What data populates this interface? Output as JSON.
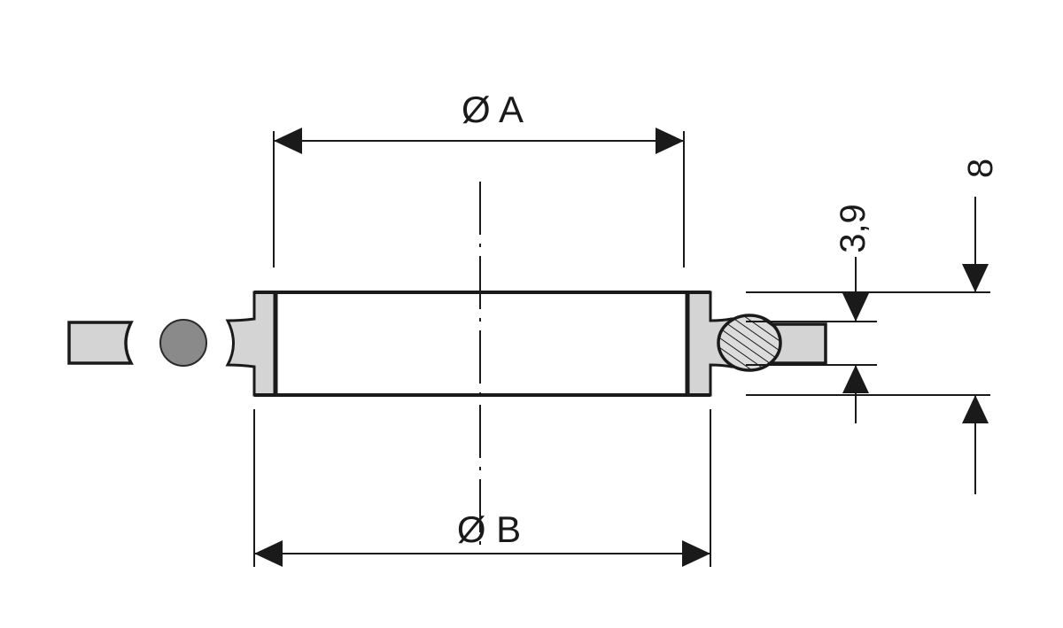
{
  "labels": {
    "dia_a": "Ø A",
    "dia_b": "Ø B",
    "thickness": "3,9",
    "height": "8"
  },
  "colors": {
    "line": "#1a1a1a",
    "flange_fill": "#d4d4d4",
    "oring_section": "#8a8a8a",
    "oring_hatched": "#dcdcdc",
    "background": "#ffffff"
  }
}
